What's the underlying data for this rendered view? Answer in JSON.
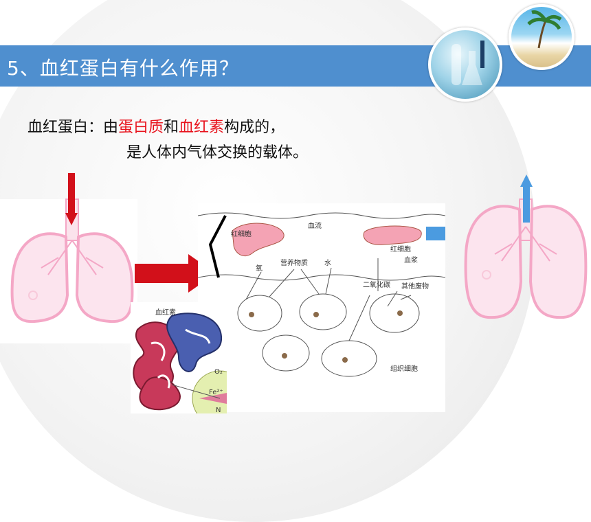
{
  "slide": {
    "title": "5、血红蛋白有什么作用？"
  },
  "definition": {
    "term": "血红蛋白：由",
    "part1": "蛋白质",
    "connector": "和",
    "part2": "血红素",
    "tail": "构成的，",
    "line2": "是人体内气体交换的载体。"
  },
  "diagram": {
    "labels": {
      "rbc_left": "红细胞",
      "blood_flow": "血流",
      "rbc_right": "红细胞",
      "plasma": "血浆",
      "oxygen": "氧",
      "nutrients": "营养物质",
      "water": "水",
      "co2": "二氧化碳",
      "waste": "其他废物",
      "tissue_cells": "组织细胞"
    },
    "protein": {
      "heme_label": "血红素",
      "o2": "O₂",
      "fe": "Fe²⁺",
      "n": "N"
    }
  },
  "colors": {
    "title_bar": "#4f8fcf",
    "highlight": "#e8121c",
    "lung_pink": "#f4a7c6",
    "arrow_red": "#d2101a",
    "arrow_blue": "#4b9be0"
  }
}
